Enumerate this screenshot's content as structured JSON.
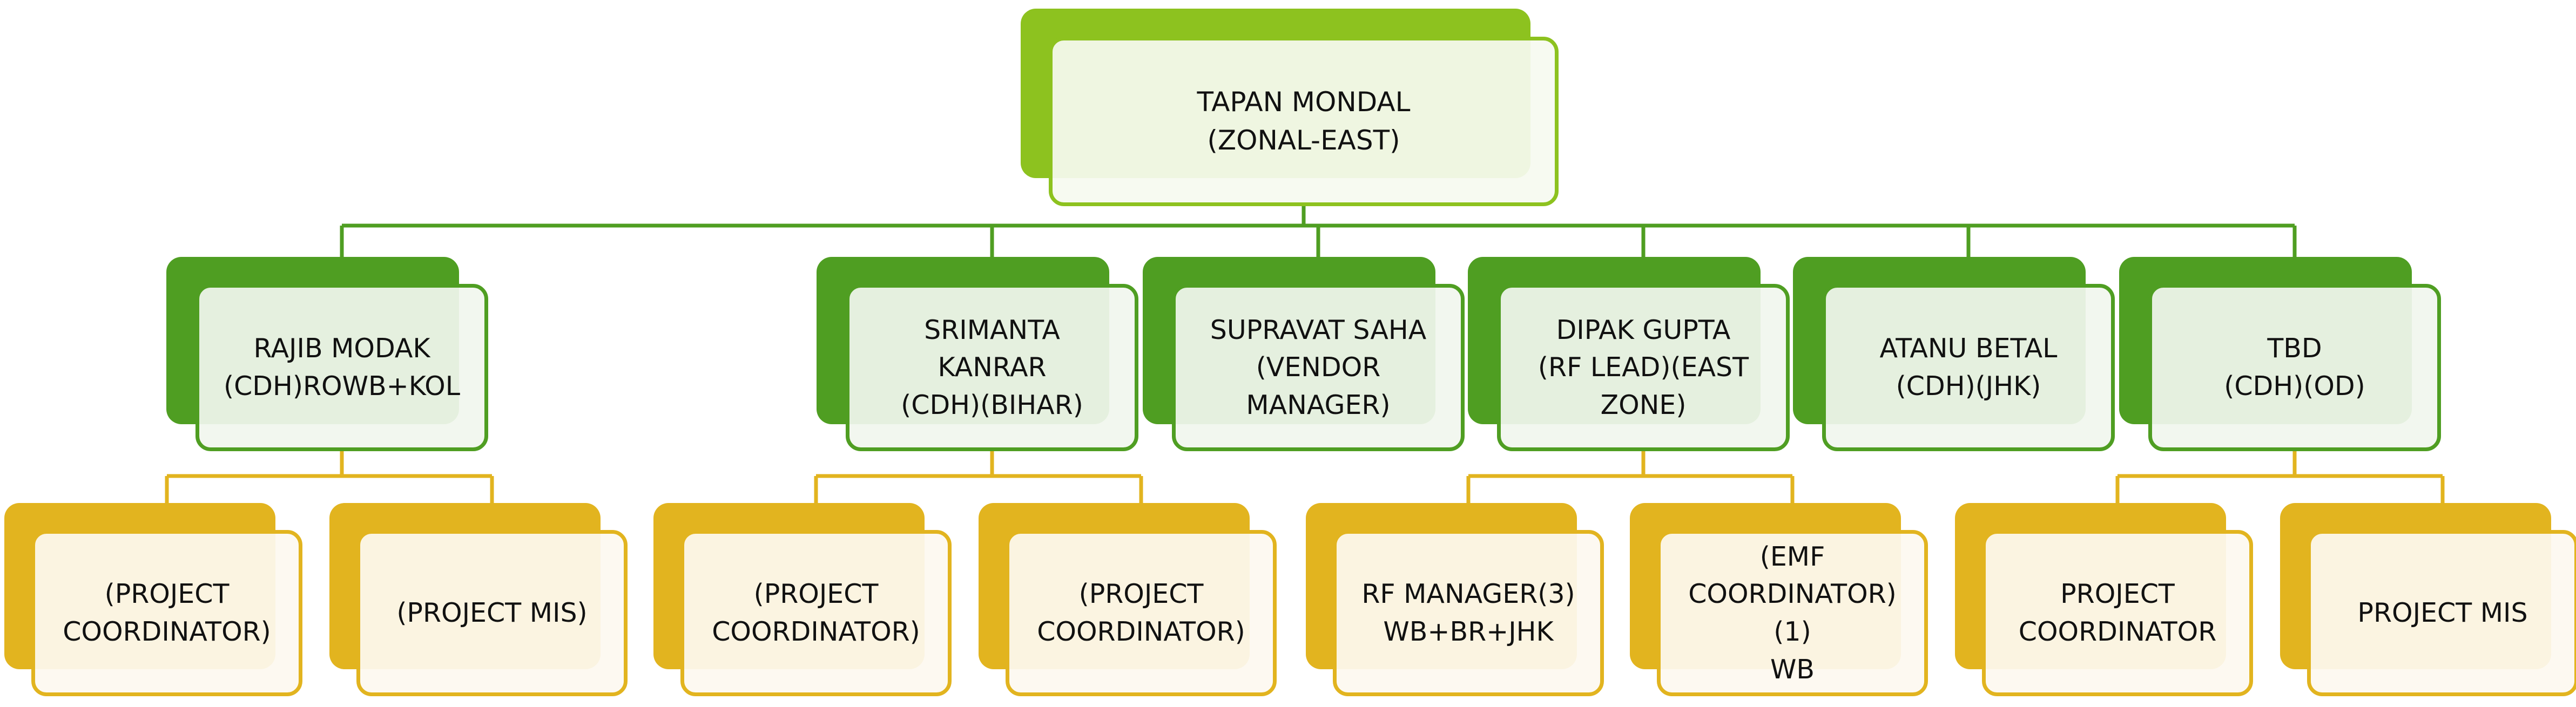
{
  "colors": {
    "root_fill": "#8dc21f",
    "level1_fill": "#4f9e22",
    "level2_fill": "#e2b41f",
    "connector_level1": "#4f9e22",
    "connector_level2": "#e2b41f"
  },
  "root": {
    "id": "tapan",
    "lines": [
      "TAPAN MONDAL",
      "(ZONAL-EAST)"
    ]
  },
  "managers": [
    {
      "id": "rajib",
      "lines": [
        "RAJIB MODAK",
        "(CDH)ROWB+KOL"
      ],
      "reports": [
        {
          "id": "rajib-r1",
          "lines": [
            "(PROJECT",
            "COORDINATOR)"
          ]
        },
        {
          "id": "rajib-r2",
          "lines": [
            "(PROJECT MIS)"
          ]
        }
      ]
    },
    {
      "id": "srimanta",
      "lines": [
        "SRIMANTA",
        "KANRAR",
        "(CDH)(BIHAR)"
      ],
      "reports": [
        {
          "id": "srimanta-r1",
          "lines": [
            "(PROJECT",
            "COORDINATOR)"
          ]
        },
        {
          "id": "srimanta-r2",
          "lines": [
            "(PROJECT",
            "COORDINATOR)"
          ]
        }
      ]
    },
    {
      "id": "supravat",
      "lines": [
        "SUPRAVAT SAHA",
        "(VENDOR",
        "MANAGER)"
      ],
      "reports": []
    },
    {
      "id": "dipak",
      "lines": [
        "DIPAK GUPTA",
        "(RF LEAD)(EAST",
        "ZONE)"
      ],
      "reports": [
        {
          "id": "dipak-r1",
          "lines": [
            "RF MANAGER(3)",
            "WB+BR+JHK"
          ]
        },
        {
          "id": "dipak-r2",
          "lines": [
            "(EMF",
            "COORDINATOR)(1)",
            "WB"
          ]
        }
      ]
    },
    {
      "id": "atanu",
      "lines": [
        "ATANU BETAL",
        "(CDH)(JHK)"
      ],
      "reports": []
    },
    {
      "id": "tbd",
      "lines": [
        "TBD",
        "(CDH)(OD)"
      ],
      "reports": [
        {
          "id": "tbd-r1",
          "lines": [
            "PROJECT",
            "COORDINATOR"
          ]
        },
        {
          "id": "tbd-r2",
          "lines": [
            "PROJECT MIS"
          ]
        }
      ]
    }
  ]
}
